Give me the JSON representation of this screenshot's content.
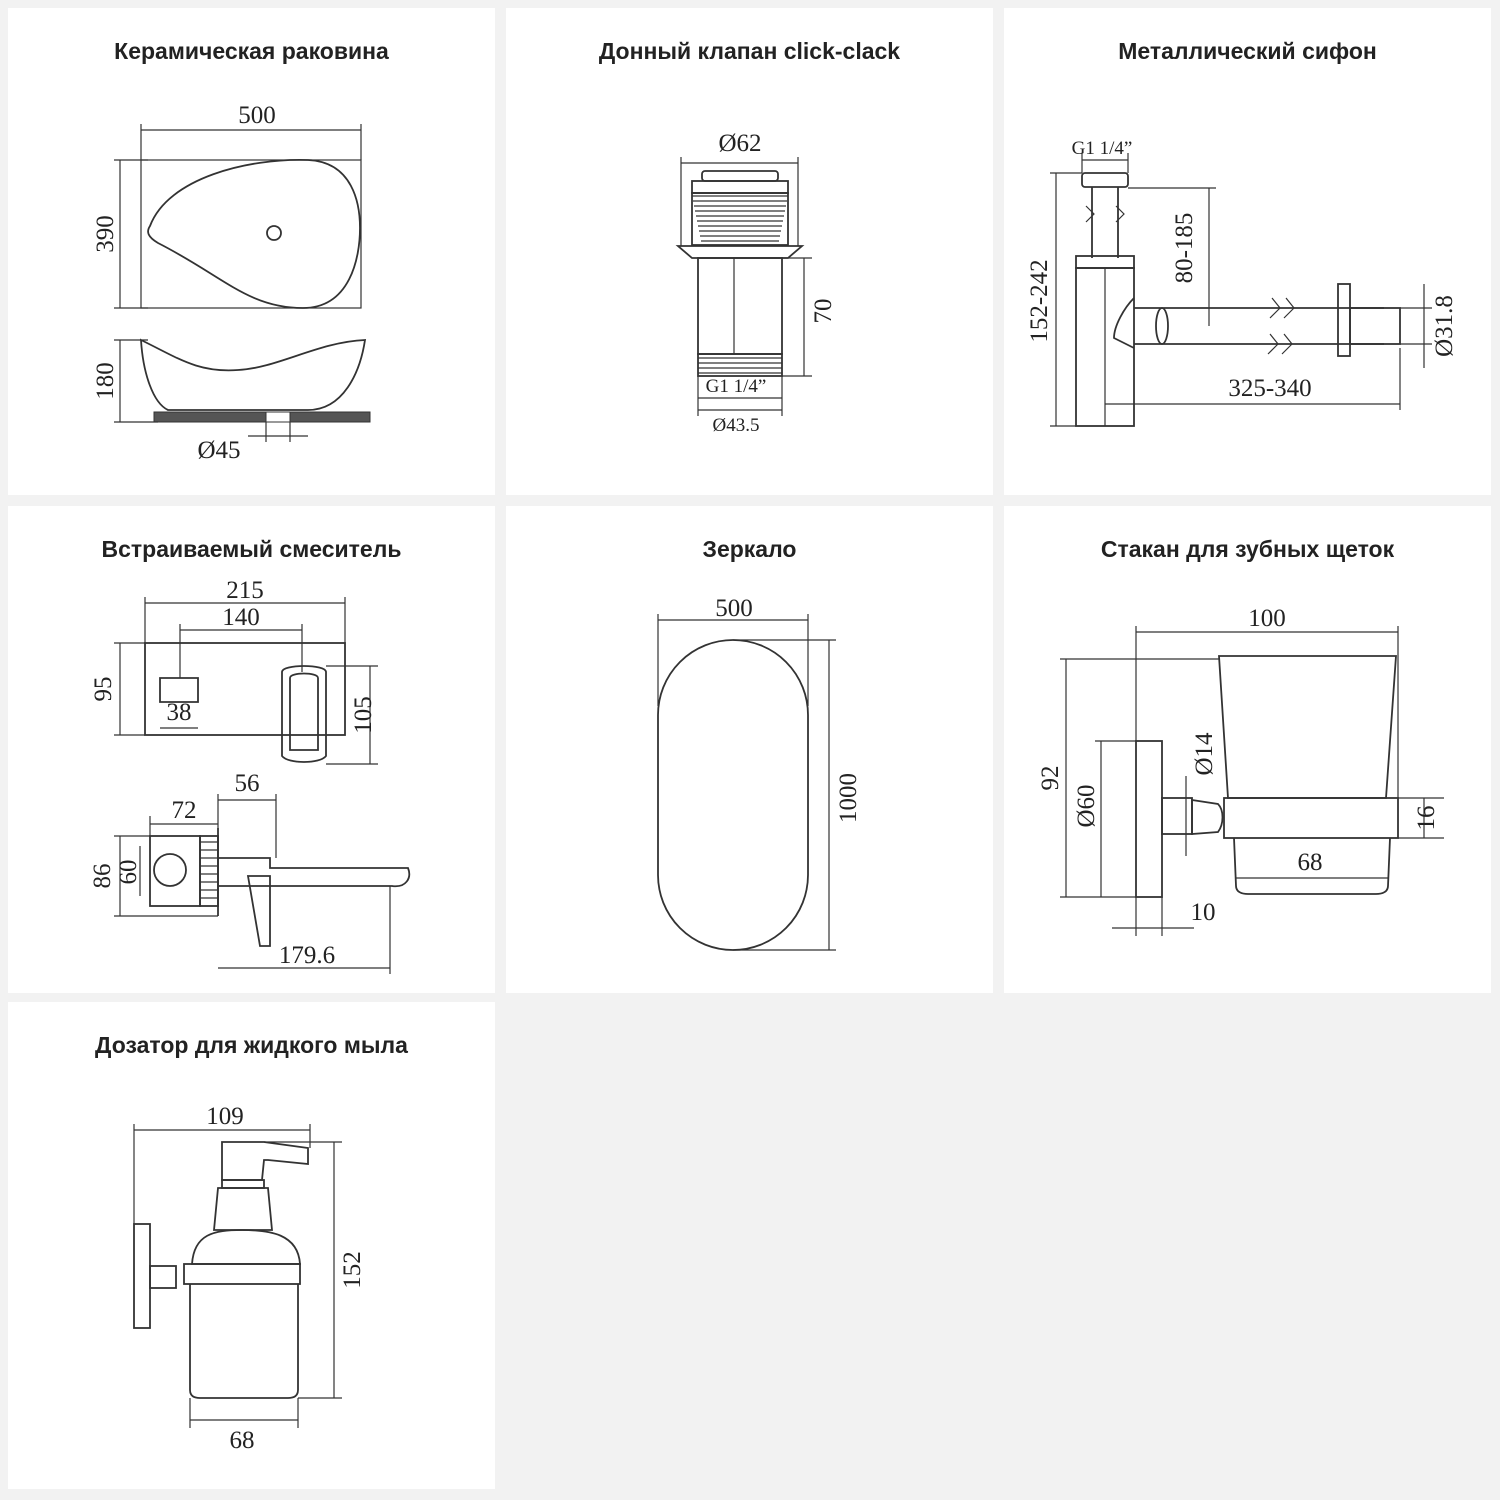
{
  "panels": [
    {
      "title": "Керамическая раковина",
      "dims": {
        "width": "500",
        "depth": "390",
        "height": "180",
        "drain": "Ø45"
      }
    },
    {
      "title": "Донный клапан click-clack",
      "dims": {
        "cap": "Ø62",
        "length": "70",
        "thread": "G1 1/4”",
        "body": "Ø43.5"
      }
    },
    {
      "title": "Металлический сифон",
      "dims": {
        "thread": "G1 1/4”",
        "height_range": "152-242",
        "pipe_range": "80-185",
        "length_range": "325-340",
        "pipe_d": "Ø31.8"
      }
    },
    {
      "title": "Встраиваемый смеситель",
      "dims": {
        "plate_w": "215",
        "axis": "140",
        "plate_h": "95",
        "knob": "38",
        "lever_h": "105",
        "depth_a": "56",
        "depth_b": "72",
        "body_h": "86",
        "body_d": "60",
        "spout": "179.6"
      }
    },
    {
      "title": "Зеркало",
      "dims": {
        "width": "500",
        "height": "1000"
      }
    },
    {
      "title": "Стакан для зубных щеток",
      "dims": {
        "width": "100",
        "height": "92",
        "holder": "Ø14",
        "flange": "Ø60",
        "band": "16",
        "cup": "68",
        "offset": "10"
      }
    },
    {
      "title": "Дозатор для жидкого мыла",
      "dims": {
        "width": "109",
        "height": "152",
        "bottle": "68"
      }
    }
  ]
}
